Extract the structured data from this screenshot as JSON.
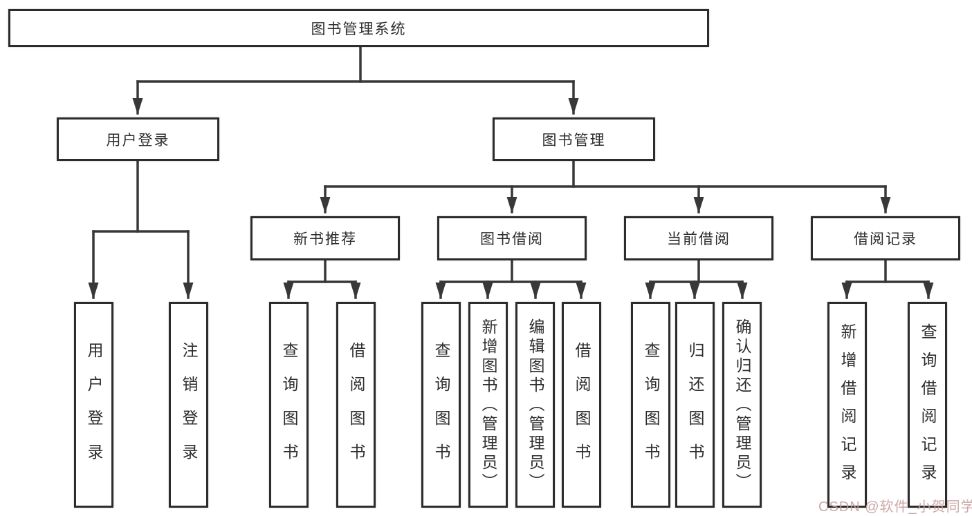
{
  "diagram": {
    "root": {
      "label": "图书管理系统"
    },
    "level2": [
      {
        "label": "用户登录"
      },
      {
        "label": "图书管理"
      }
    ],
    "level3": [
      {
        "label": "新书推荐"
      },
      {
        "label": "图书借阅"
      },
      {
        "label": "当前借阅"
      },
      {
        "label": "借阅记录"
      }
    ],
    "leaves": {
      "user_login": [
        "用户登录",
        "注销登录"
      ],
      "new_book_recommend": [
        "查询图书",
        "借阅图书"
      ],
      "book_borrowing": [
        "查询图书",
        "新增图书（管理员）",
        "编辑图书（管理员）",
        "借阅图书"
      ],
      "current_borrowing": [
        "查询图书",
        "归还图书",
        "确认归还（管理员）"
      ],
      "borrowing_records": [
        "新增借阅记录",
        "查询借阅记录"
      ]
    }
  },
  "watermark": {
    "text": "CSDN @软件_小贺同学"
  },
  "colors": {
    "line": "#383838",
    "box_border": "#2c2c2c",
    "text": "#2d2d2d",
    "watermark": "#c9a0a0",
    "background": "#ffffff"
  }
}
